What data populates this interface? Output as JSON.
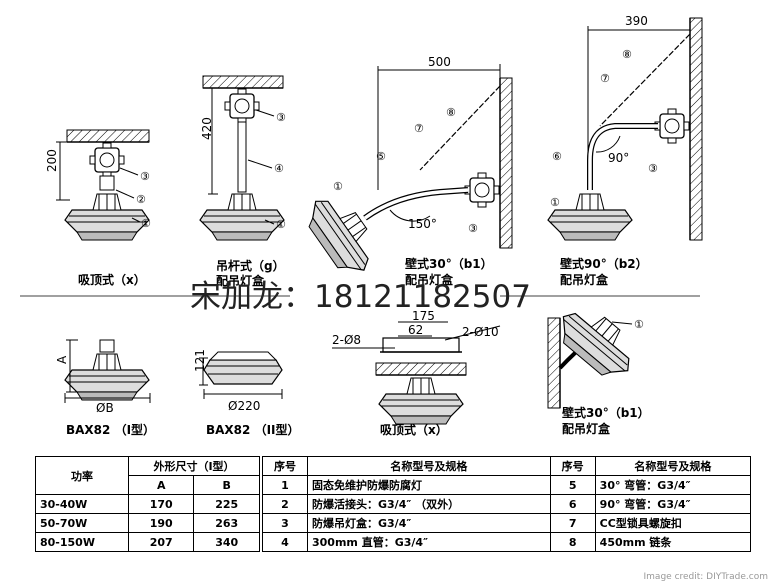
{
  "diagram": {
    "labels": {
      "ceiling_x": "吸顶式（x）",
      "pendant_g_1": "吊杆式（g）",
      "pendant_g_2": "配吊灯盒",
      "wall30_b1_1": "壁式30°（b1）",
      "wall30_b1_2": "配吊灯盒",
      "wall90_b2_1": "壁式90°（b2）",
      "wall90_b2_2": "配吊灯盒",
      "bax82_I": "BAX82 （I型）",
      "bax82_II": "BAX82 （II型）",
      "ceiling_x2": "吸顶式（x）",
      "wall30_b1b_1": "壁式30°（b1）",
      "wall30_b1b_2": "配吊灯盒"
    },
    "dims": {
      "d200": "200",
      "d420": "420",
      "d500": "500",
      "d390": "390",
      "d150": "150°",
      "d90": "90°",
      "dA": "A",
      "dB": "ØB",
      "d121": "121",
      "d220": "Ø220",
      "d175": "175",
      "d62": "62",
      "d2_08": "2-Ø8",
      "d2_010": "2-Ø10"
    },
    "callouts": [
      "①",
      "②",
      "③",
      "④",
      "⑤",
      "⑥",
      "⑦",
      "⑧"
    ],
    "watermark": "宋加龙：18121182507"
  },
  "table_left": {
    "header_power": "功率",
    "header_dims": "外形尺寸（I型）",
    "header_A": "A",
    "header_B": "B",
    "rows": [
      {
        "power": "30-40W",
        "A": "170",
        "B": "225"
      },
      {
        "power": "50-70W",
        "A": "190",
        "B": "263"
      },
      {
        "power": "80-150W",
        "A": "207",
        "B": "340"
      }
    ]
  },
  "table_right": {
    "header_no": "序号",
    "header_name": "名称型号及规格",
    "rows": [
      {
        "no1": "1",
        "name1": "固态免维护防爆防腐灯",
        "no2": "5",
        "name2": "30° 弯管：G3/4″"
      },
      {
        "no1": "2",
        "name1": "防爆活接头：G3/4″  （双外）",
        "no2": "6",
        "name2": "90° 弯管：G3/4″"
      },
      {
        "no1": "3",
        "name1": "防爆吊灯盒：G3/4″",
        "no2": "7",
        "name2": "CC型锁具螺旋扣"
      },
      {
        "no1": "4",
        "name1": "300mm  直管：G3/4″",
        "no2": "8",
        "name2": "450mm  链条"
      }
    ]
  },
  "footer": "Image credit: DIYTrade.com"
}
